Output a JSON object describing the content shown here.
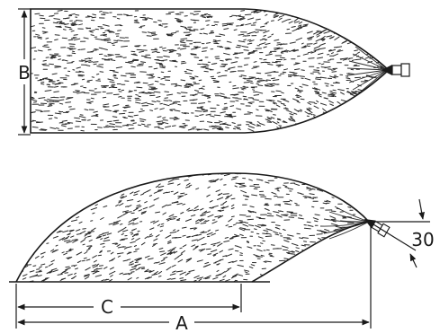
{
  "labels": {
    "width": "B",
    "partial_length": "C",
    "total_length": "A",
    "angle": "30"
  }
}
